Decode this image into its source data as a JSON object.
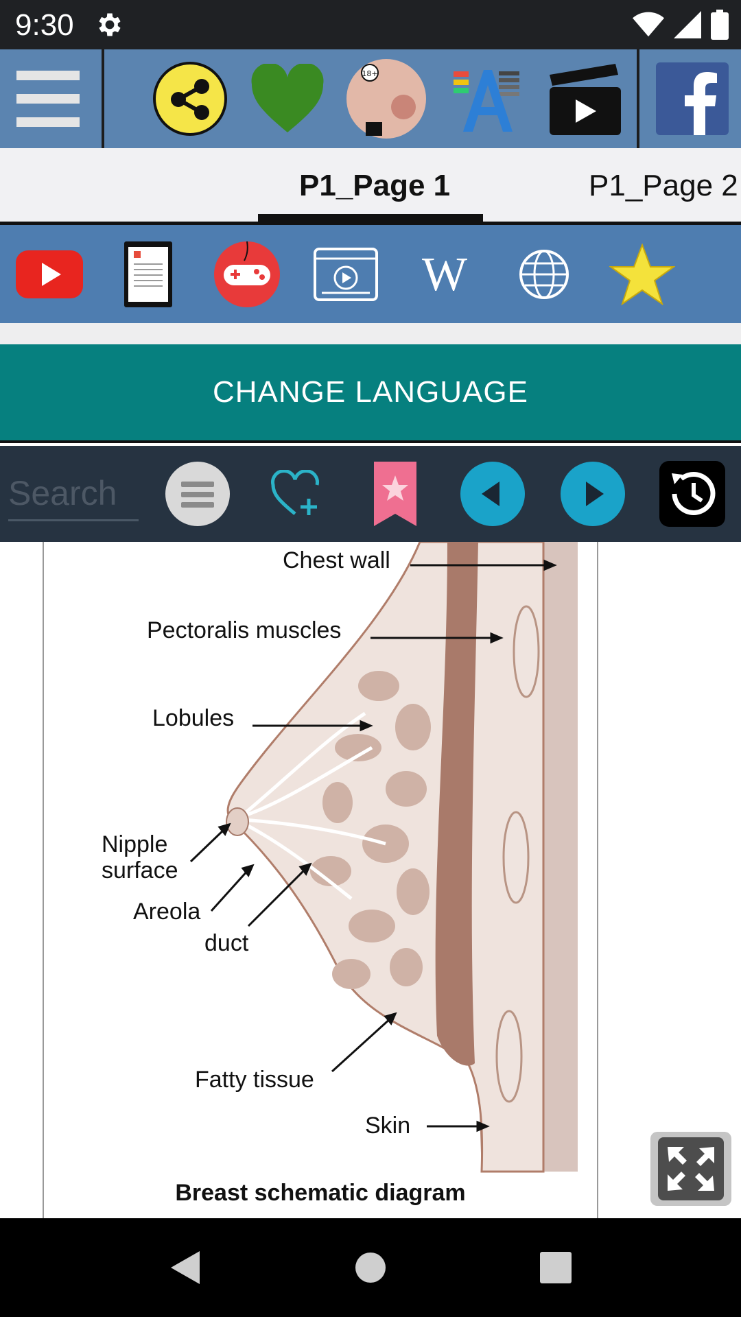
{
  "status_bar": {
    "time": "9:30"
  },
  "top_toolbar": {
    "icons": [
      "menu-icon",
      "share-icon",
      "heart-icon",
      "app-thumbnail-icon",
      "font-size-icon",
      "video-clapper-icon",
      "facebook-icon"
    ]
  },
  "tabs": [
    {
      "label": "P1_Page 1",
      "active": true
    },
    {
      "label": "P1_Page 2",
      "active": false
    }
  ],
  "icon_row": {
    "icons": [
      "youtube-icon",
      "ebook-icon",
      "game-controller-icon",
      "video-player-icon",
      "wikipedia-icon",
      "globe-icon",
      "star-icon"
    ]
  },
  "change_language": {
    "label": "CHANGE LANGUAGE"
  },
  "search_bar": {
    "placeholder": "Search",
    "icons": [
      "menu-circle-icon",
      "heart-plus-icon",
      "bookmark-icon",
      "previous-icon",
      "next-icon",
      "history-icon"
    ]
  },
  "diagram": {
    "labels": {
      "chest_wall": "Chest wall",
      "pectoralis": "Pectoralis muscles",
      "lobules": "Lobules",
      "nipple_line1": "Nipple",
      "nipple_line2": "surface",
      "areola": "Areola",
      "duct": "duct",
      "fatty": "Fatty tissue",
      "skin": "Skin"
    },
    "caption": "Breast schematic diagram"
  },
  "colors": {
    "status_bar": "#1f2124",
    "toolbar": "#5b84b0",
    "icon_row": "#4e7db0",
    "change_language": "#06807f",
    "search_bar": "#263341",
    "accent_teal": "#1aa3c9"
  }
}
